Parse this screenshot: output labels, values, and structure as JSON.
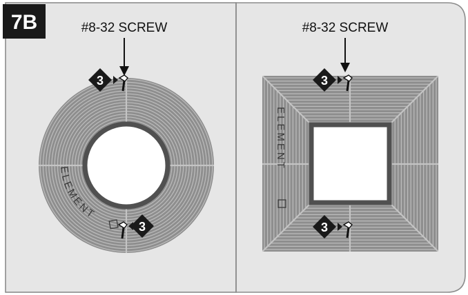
{
  "step": {
    "label": "7B"
  },
  "panels": [
    {
      "id": "left",
      "shape": "round",
      "callout": {
        "label": "#8-32 SCREW"
      },
      "brand": "ELEMENT",
      "badges": [
        "3",
        "3"
      ]
    },
    {
      "id": "right",
      "shape": "square",
      "callout": {
        "label": "#8-32 SCREW"
      },
      "brand": "ELEMENT",
      "badges": [
        "3",
        "3"
      ]
    }
  ],
  "colors": {
    "frame_bg": "#e6e6e6",
    "frame_stroke": "#8c8c8c",
    "panel_body": "#8e8e8e",
    "panel_line": "#bdbdbd",
    "trim": "#505050",
    "badge": "#1a1a1a",
    "text": "#111111"
  }
}
